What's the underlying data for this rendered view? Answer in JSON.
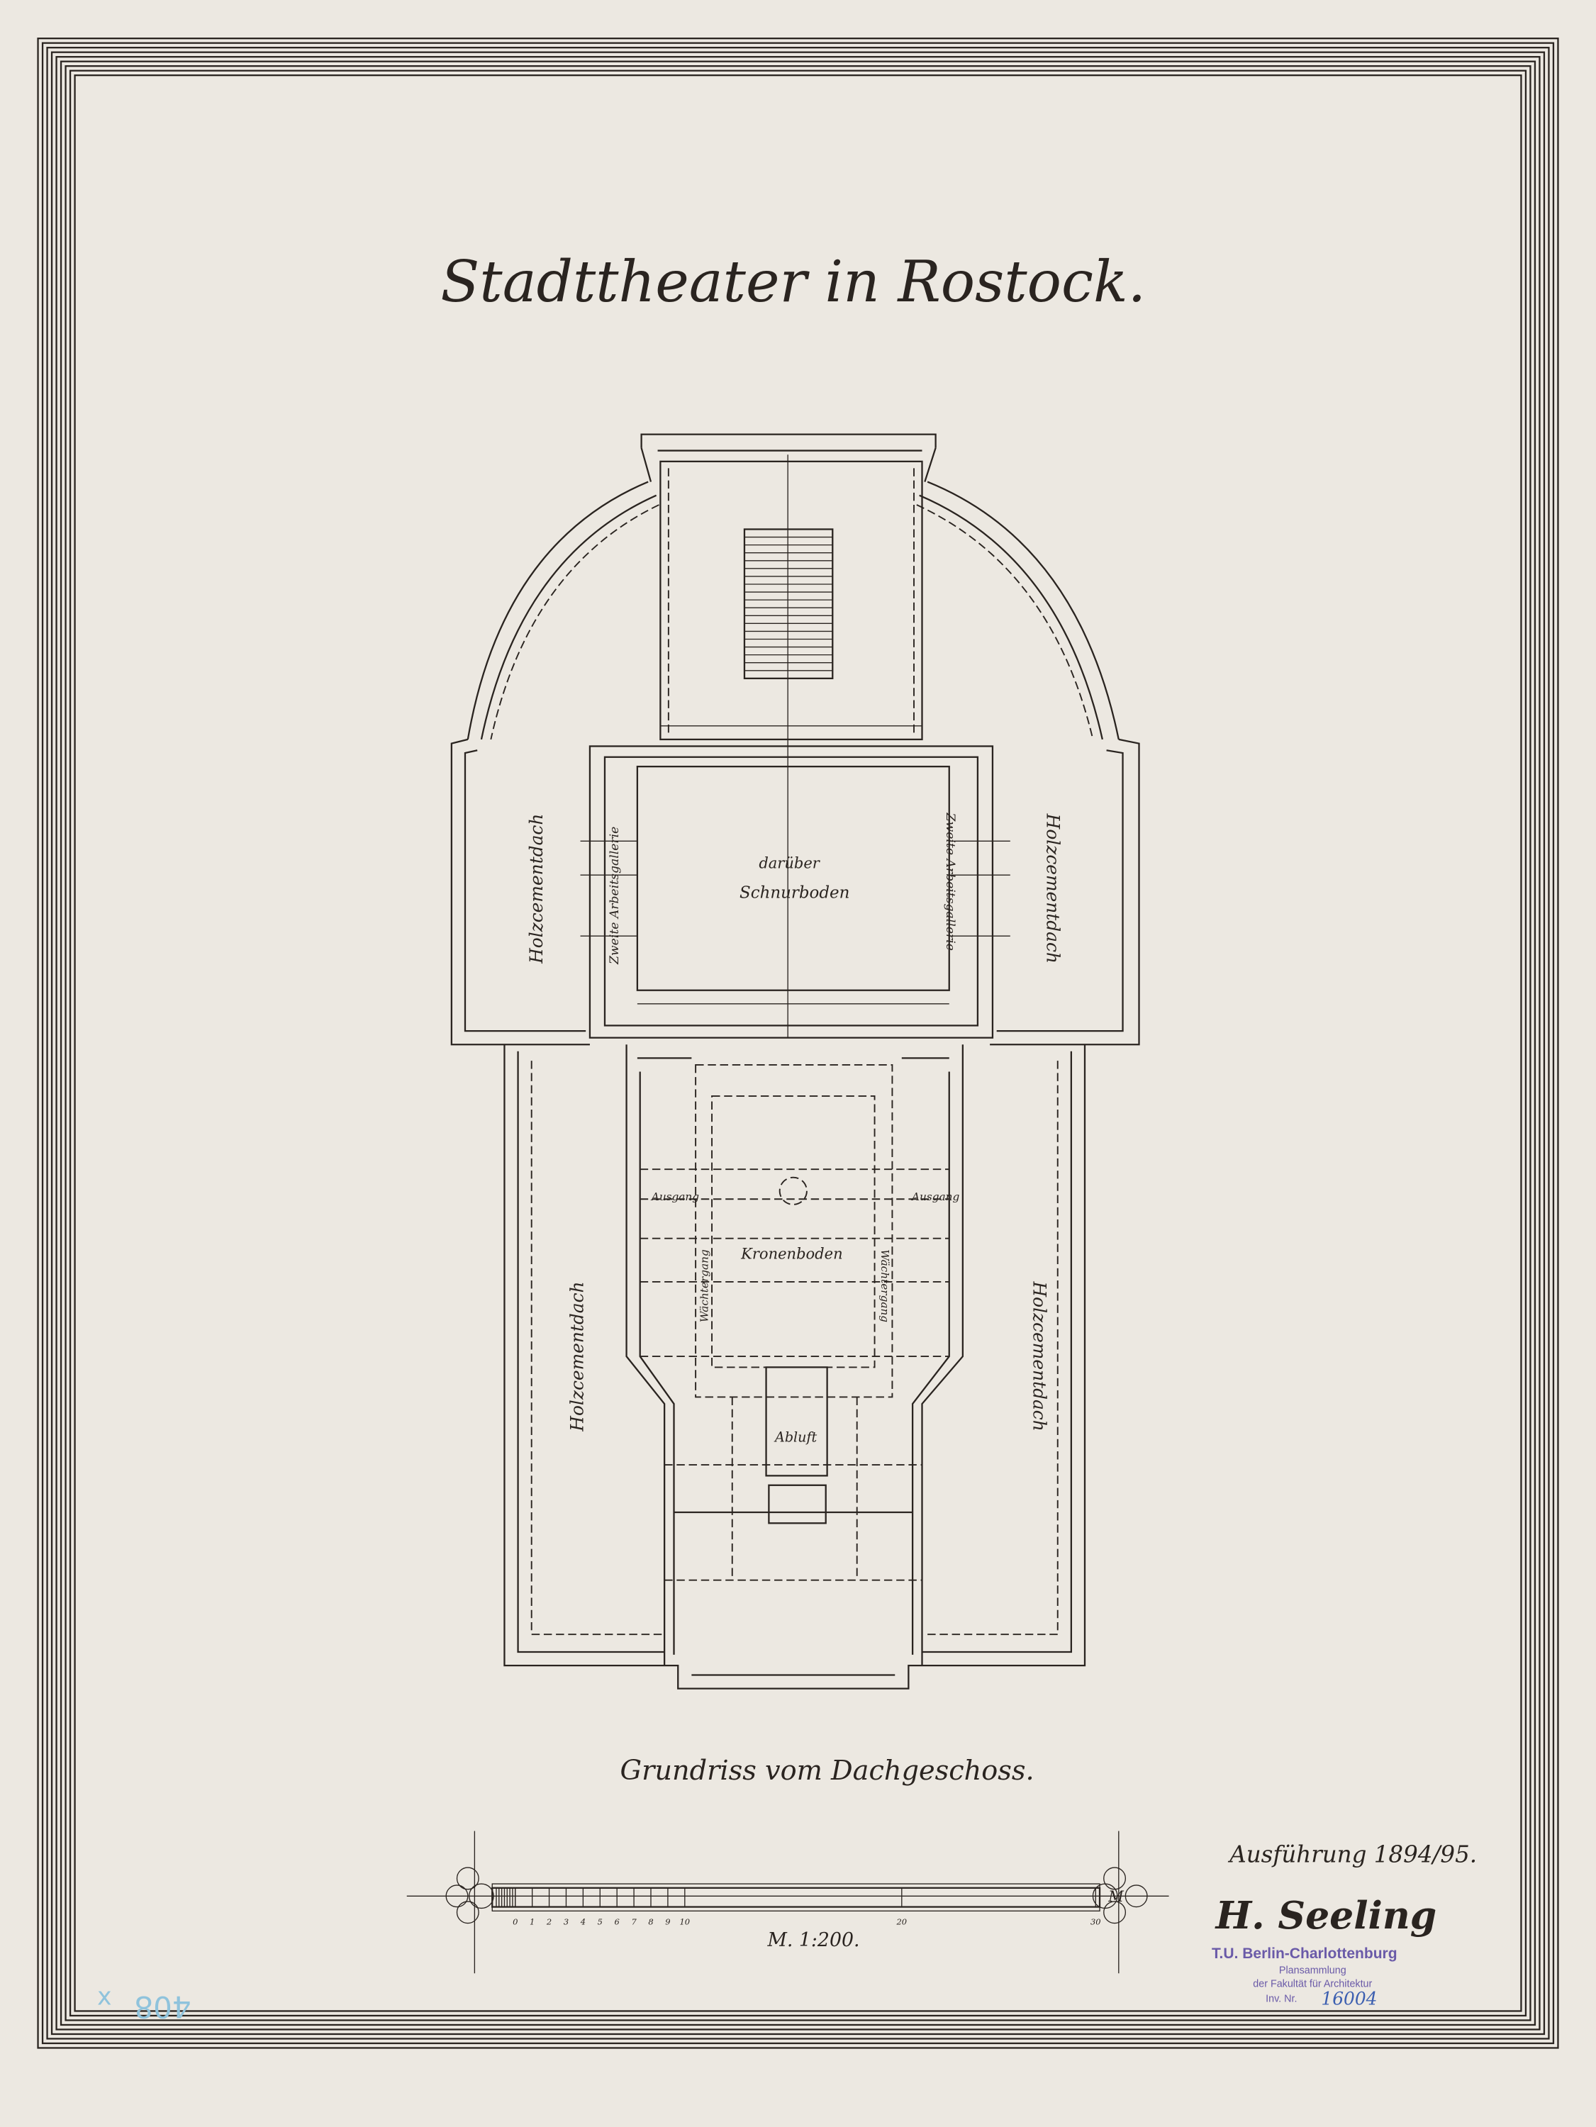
{
  "title": "Stadttheater in Rostock.",
  "subtitle": "Grundriss vom Dachgeschoss.",
  "rooms": {
    "holzcementdach": "Holzcementdach",
    "arbeitsgallerie": "Zweite Arbeitsgallerie",
    "darueber": "darüber",
    "schnurboden": "Schnurboden",
    "ausgang": "Ausgang",
    "kronenboden": "Kronenboden",
    "waechtergang": "Wächtergang",
    "abluft": "Abluft"
  },
  "scale": {
    "label": "M. 1:200.",
    "ticks": [
      "0",
      "1",
      "2",
      "3",
      "4",
      "5",
      "6",
      "7",
      "8",
      "9",
      "10",
      "20",
      "30"
    ],
    "monogram": "M"
  },
  "execution": "Ausführung 1894/95.",
  "signature": "H. Seeling",
  "stamp": {
    "line1": "T.U. Berlin-Charlottenburg",
    "line2": "Plansammlung",
    "line3": "der Fakultät für Architektur",
    "line4": "Inv. Nr.",
    "inv_number": "16004"
  },
  "pencil_note": {
    "mark": "x",
    "number": "408"
  },
  "colors": {
    "paper": "#ece8e1",
    "ink": "#2a2420",
    "stamp": "#6a5aa8",
    "pencil": "#8fc3dc"
  }
}
